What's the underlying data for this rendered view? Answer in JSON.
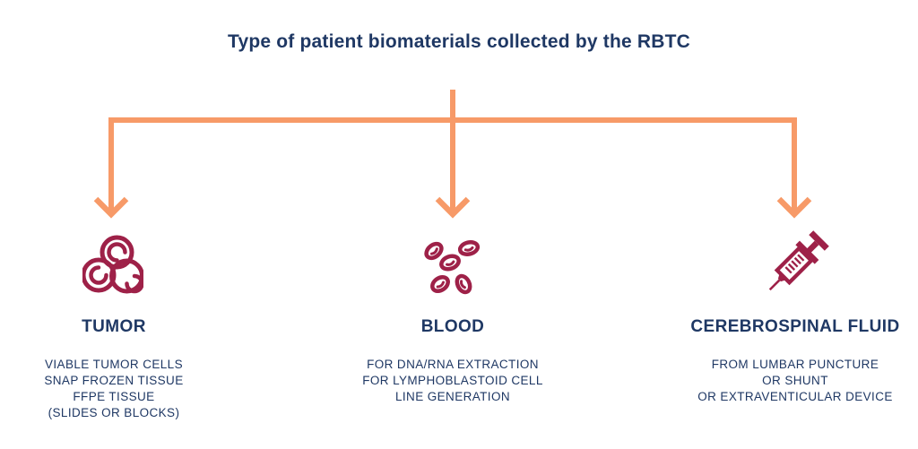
{
  "title": "Type of patient biomaterials collected by the RBTC",
  "colors": {
    "navy": "#1F3864",
    "orange": "#F79A68",
    "crimson": "#9E2148",
    "background": "#FFFFFF"
  },
  "icons": {
    "tumor": "tumor-cells-icon",
    "blood": "blood-cells-icon",
    "csf": "syringe-icon"
  },
  "branches": [
    {
      "label": "TUMOR",
      "lines": [
        "VIABLE TUMOR CELLS",
        "SNAP FROZEN TISSUE",
        "FFPE TISSUE",
        "(SLIDES OR BLOCKS)"
      ]
    },
    {
      "label": "BLOOD",
      "lines": [
        "FOR DNA/RNA EXTRACTION",
        "FOR LYMPHOBLASTOID CELL",
        "LINE GENERATION"
      ]
    },
    {
      "label": "CEREBROSPINAL FLUID",
      "lines": [
        "FROM LUMBAR PUNCTURE",
        "OR SHUNT",
        "OR EXTRAVENTICULAR DEVICE"
      ]
    }
  ]
}
